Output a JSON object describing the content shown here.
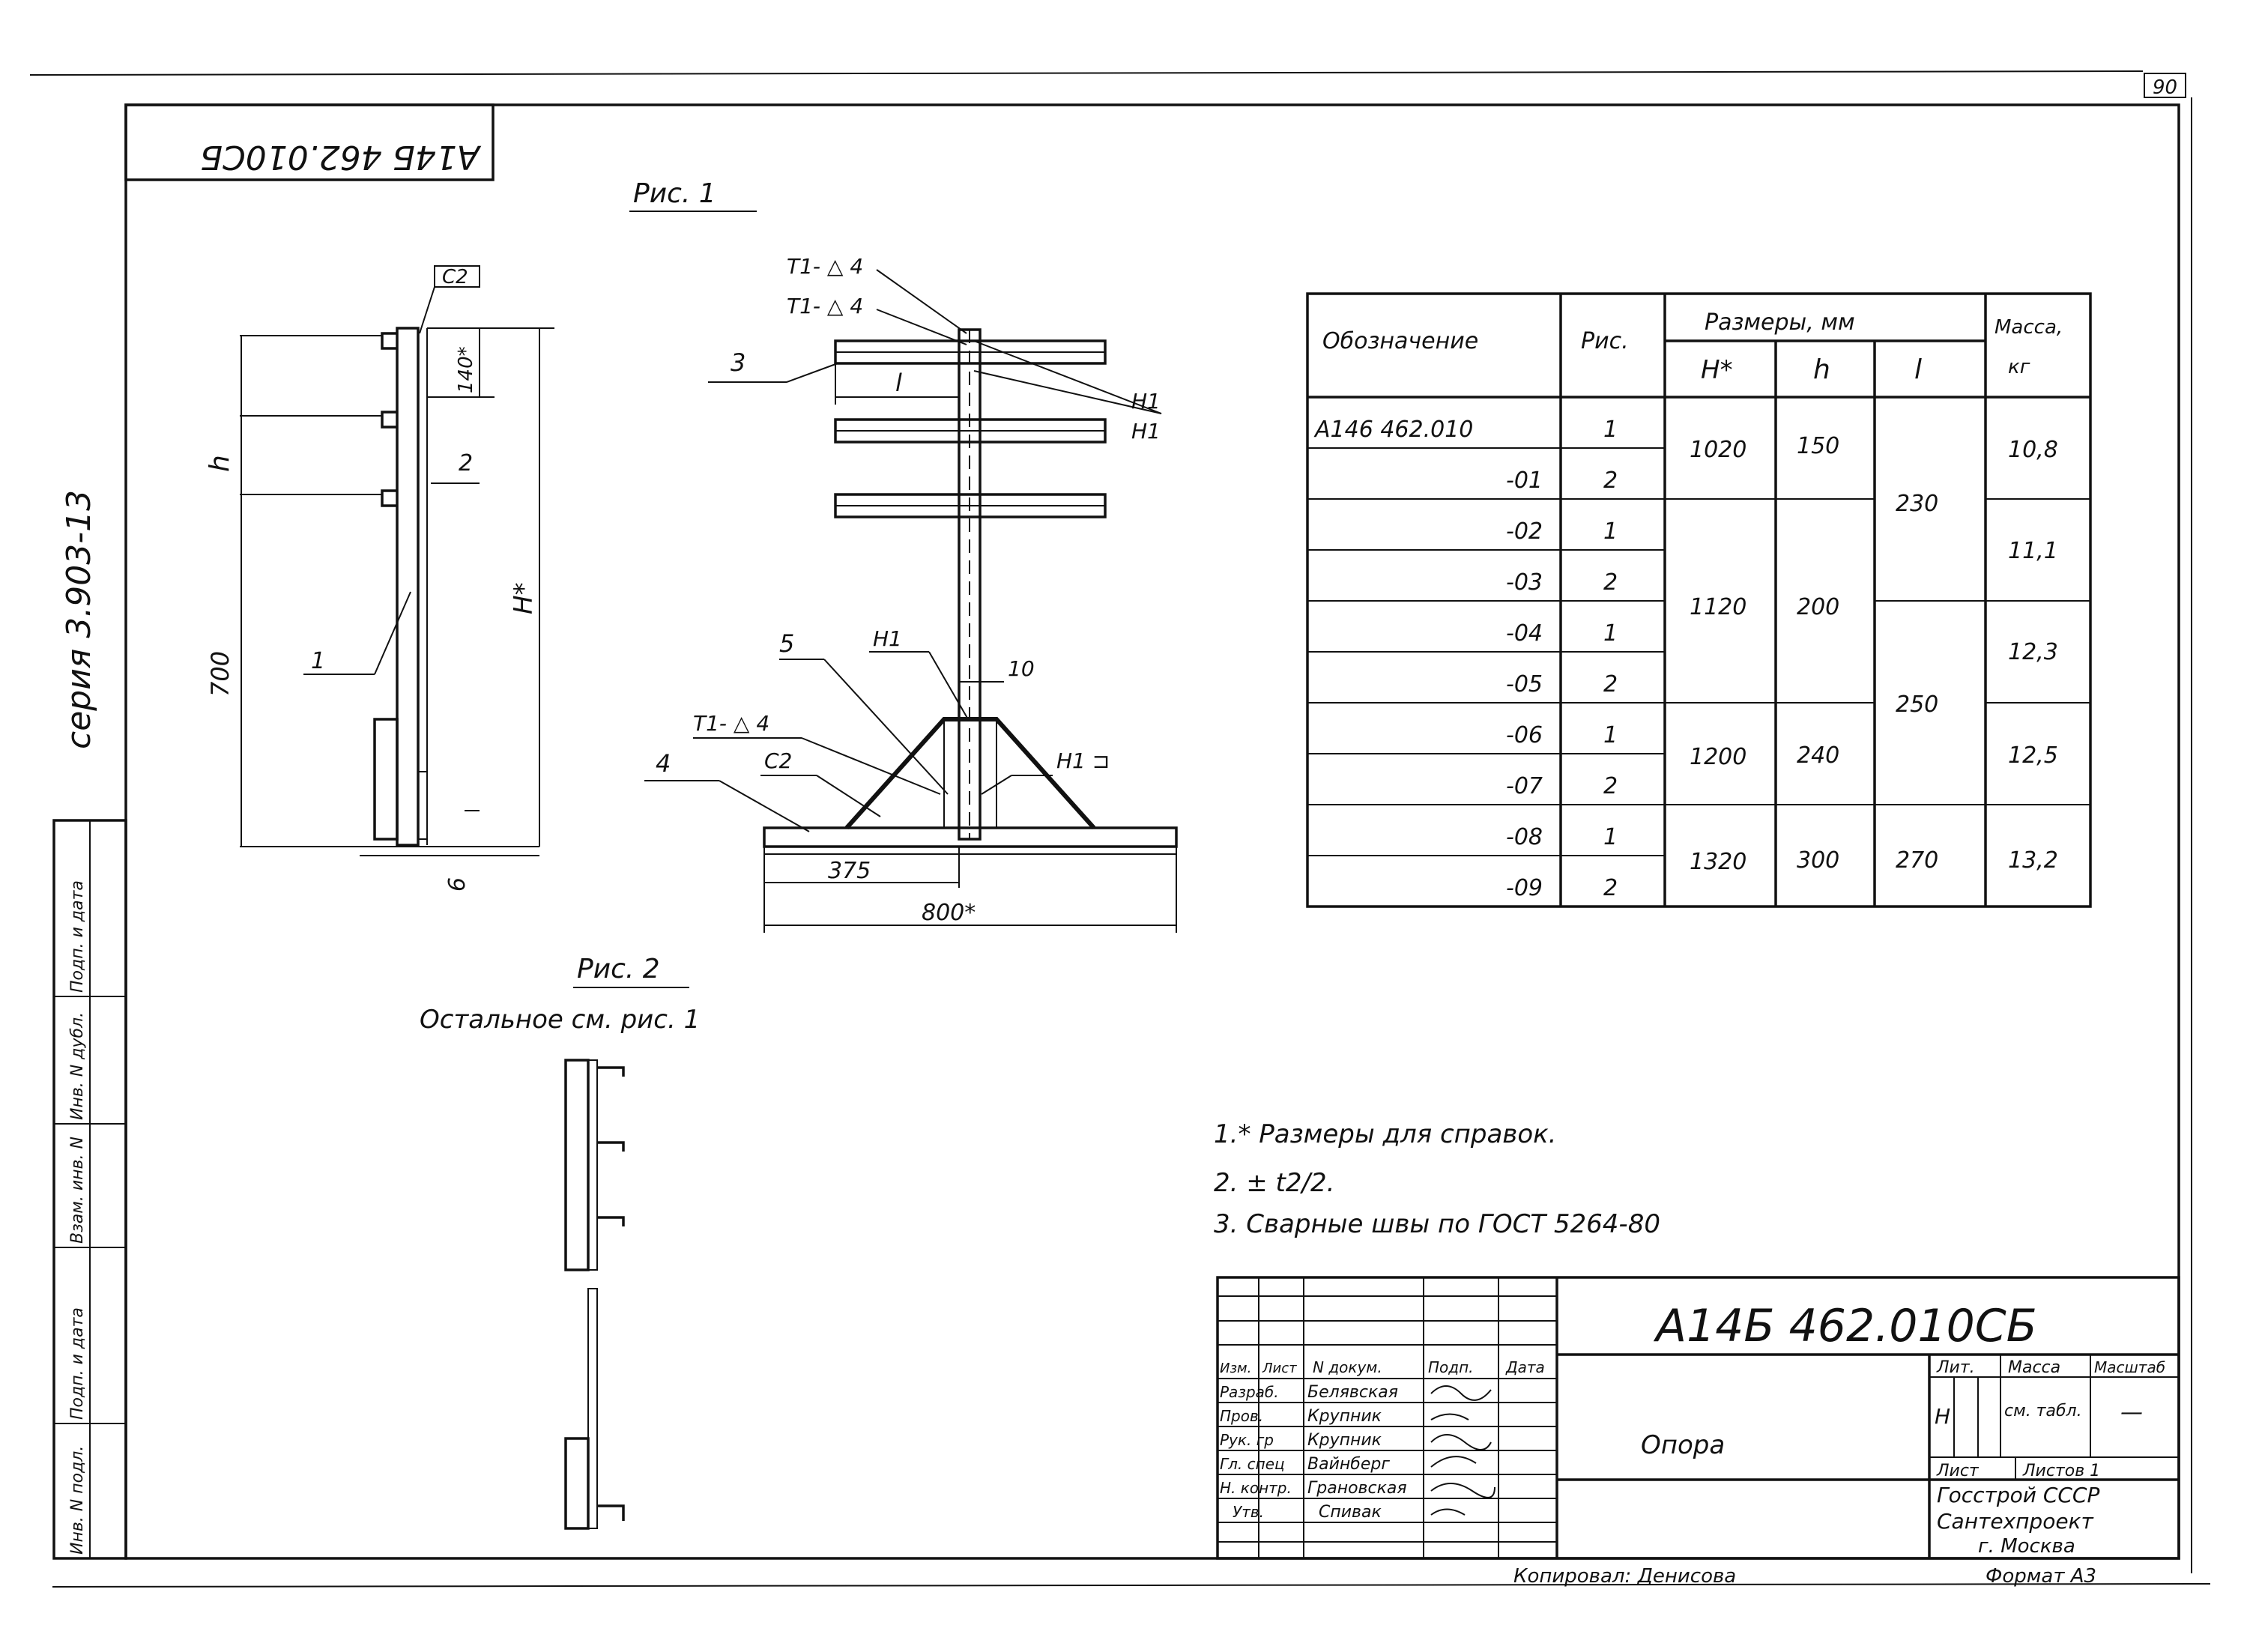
{
  "sheet": {
    "page_number": "90",
    "code_rotated": "A14Б 462.010СБ",
    "series": "серия 3.903-13"
  },
  "figure1": {
    "title": "Рис. 1",
    "side_labels": {
      "c2": "С2",
      "dim_140": "140*",
      "dim_h": "h",
      "pos_2": "2",
      "pos_1": "1",
      "dim_700": "700",
      "dim_H": "H*",
      "dim_6": "6"
    },
    "front_labels": {
      "weld_1": "Т1- △ 4",
      "weld_2": "Т1- △ 4",
      "pos_3": "3",
      "dim_l": "l",
      "h1_a": "Н1",
      "h1_b": "Н1",
      "h1_c": "Н1",
      "pos_5": "5",
      "dim_10": "10",
      "weld_3": "Т1- △ 4",
      "h1_d": "Н1 ⊐",
      "c2": "С2",
      "pos_4": "4",
      "dim_375": "375",
      "dim_800": "800*"
    }
  },
  "figure2": {
    "title": "Рис. 2",
    "note": "Остальное см. рис. 1"
  },
  "table": {
    "headers": {
      "designation": "Обозначение",
      "figure": "Рис.",
      "sizes": "Размеры, мм",
      "H": "H*",
      "h": "h",
      "l": "l",
      "mass_1": "Масса,",
      "mass_2": "кг"
    },
    "rows": [
      {
        "designation": "А146 462.010",
        "fig": "1"
      },
      {
        "designation": "-01",
        "fig": "2"
      },
      {
        "designation": "-02",
        "fig": "1"
      },
      {
        "designation": "-03",
        "fig": "2"
      },
      {
        "designation": "-04",
        "fig": "1"
      },
      {
        "designation": "-05",
        "fig": "2"
      },
      {
        "designation": "-06",
        "fig": "1"
      },
      {
        "designation": "-07",
        "fig": "2"
      },
      {
        "designation": "-08",
        "fig": "1"
      },
      {
        "designation": "-09",
        "fig": "2"
      }
    ],
    "H_values": [
      "1020",
      "1120",
      "1200",
      "1320"
    ],
    "h_values": [
      "150",
      "200",
      "240",
      "300"
    ],
    "l_values": [
      "230",
      "250",
      "270"
    ],
    "mass_values": [
      "10,8",
      "11,1",
      "12,3",
      "12,5",
      "13,2"
    ]
  },
  "notes": [
    "1.* Размеры для справок.",
    "2. ± t2/2.",
    "3. Сварные швы по ГОСТ 5264-80"
  ],
  "title_block": {
    "code": "А14Б 462.010СБ",
    "name": "Опора",
    "col_headers": [
      "Изм.",
      "Лист",
      "N докум.",
      "Подп.",
      "Дата"
    ],
    "roles": [
      "Разраб.",
      "Пров.",
      "Рук. гр",
      "Гл. спец",
      "Н. контр.",
      "Утв."
    ],
    "people": [
      "Белявская",
      "Крупник",
      "Крупник",
      "Вайнберг",
      "Грановская",
      "Спивак"
    ],
    "lit": "Лит.",
    "mass": "Масса",
    "scale": "Масштаб",
    "lit_value": "Н",
    "mass_value": "см. табл.",
    "scale_value": "—",
    "sheet_label": "Лист",
    "sheets_label": "Листов 1",
    "org": [
      "Госстрой СССР",
      "Сантехпроект",
      "г. Москва"
    ],
    "copied": "Копировал: Денисова",
    "format": "Формат А3"
  },
  "left_strip": [
    "Инв. N подл.",
    "Подп. и дата",
    "Взам. инв. N",
    "Инв. N дубл.",
    "Подп. и дата"
  ]
}
